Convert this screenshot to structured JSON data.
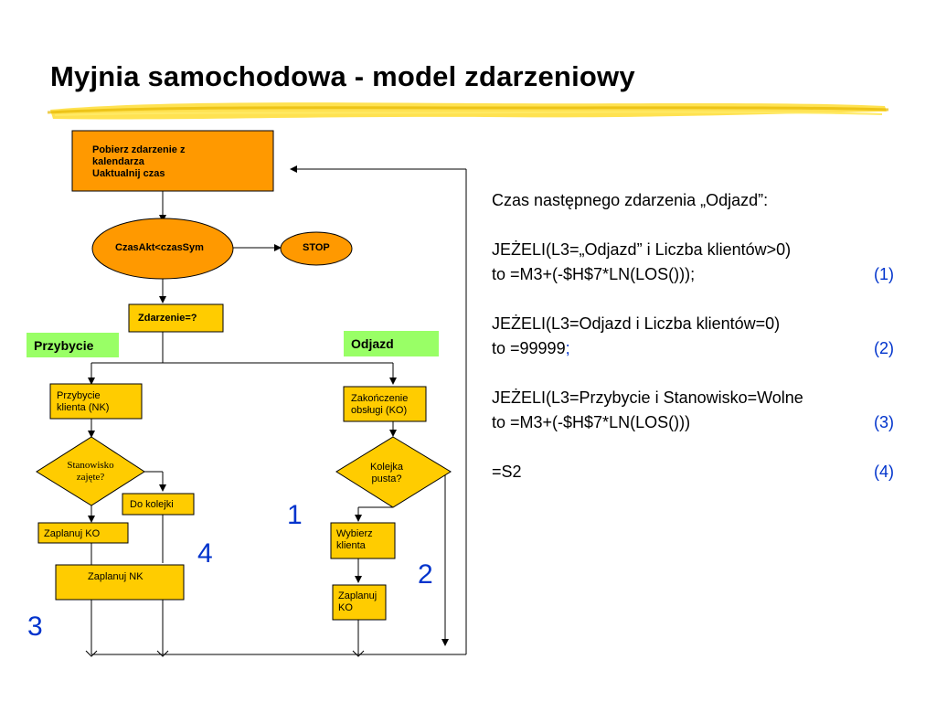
{
  "title": "Myjnia samochodowa - model zdarzeniowy",
  "colors": {
    "node_fill": "#ff9900",
    "diamond_fill": "#ffcc00",
    "label_fill": "#99ff66",
    "accent": "#0033cc"
  },
  "flowchart": {
    "start_box": [
      "Pobierz zdarzenie z",
      "kalendarza",
      "Uaktualnij czas"
    ],
    "decision_time": "CzasAkt<czasSym",
    "stop": "STOP",
    "event_check": "Zdarzenie=?",
    "branch_arrival": "Przybycie",
    "branch_departure": "Odjazd",
    "arrival_box": [
      "Przybycie",
      "klienta (NK)"
    ],
    "station_busy": [
      "Stanowisko",
      "zajęte?"
    ],
    "to_queue": "Do kolejki",
    "schedule_ko_left": "Zaplanuj KO",
    "schedule_nk": "Zaplanuj NK",
    "end_service": [
      "Zakończenie",
      "obsługi (KO)"
    ],
    "queue_empty": [
      "Kolejka",
      "pusta?"
    ],
    "select_client": [
      "Wybierz",
      "klienta"
    ],
    "schedule_ko_right": [
      "Zaplanuj",
      "KO"
    ],
    "markers": [
      "1",
      "2",
      "3",
      "4"
    ]
  },
  "formulas": {
    "heading": "Czas następnego zdarzenia „Odjazd”:",
    "lines": [
      {
        "cond": "JEŻELI(L3=„Odjazd” i Liczba klientów>0)",
        "action": "to =M3+(-$H$7*LN(LOS()));",
        "ref": "(1)"
      },
      {
        "cond": "JEŻELI(L3=Odjazd i Liczba klientów=0)",
        "action": "to =99999",
        "action_suffix": ";",
        "ref": "(2)"
      },
      {
        "cond": "JEŻELI(L3=Przybycie i Stanowisko=Wolne",
        "action": "to =M3+(-$H$7*LN(LOS()))",
        "ref": "(3)"
      },
      {
        "cond": "",
        "action": "=S2",
        "ref": "(4)"
      }
    ]
  }
}
